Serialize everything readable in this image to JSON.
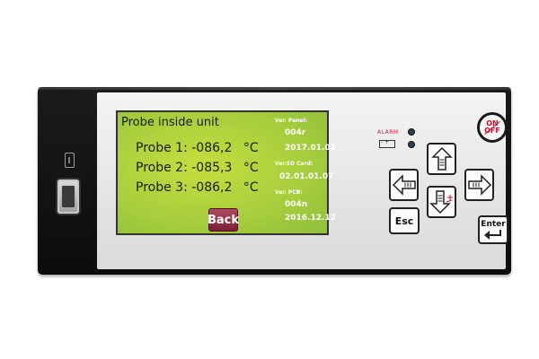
{
  "screen": {
    "title": "Probe inside unit",
    "probes": [
      {
        "label": "Probe 1:",
        "value": "-086,2",
        "unit": "°C"
      },
      {
        "label": "Probe 2:",
        "value": "-085,3",
        "unit": "°C"
      },
      {
        "label": "Probe 3:",
        "value": "-086,2",
        "unit": "°C"
      }
    ],
    "versions": {
      "panel": {
        "label": "Ver. Panel:",
        "code": "004r",
        "date": "2017.01.02"
      },
      "sd_card": {
        "label": "Ver.SD Card:",
        "value": "02.01.01.07"
      },
      "pcb": {
        "label": "Ver. PCB:",
        "code": "004n",
        "date": "2016.12.12"
      }
    },
    "back_label": "Back"
  },
  "keypad": {
    "alarm_label": "ALARM",
    "esc_label": "Esc",
    "enter_label": "Enter",
    "power_on_label": "ON",
    "power_off_label": "OFF"
  },
  "colors": {
    "lcd": "#b2d43e",
    "back_button": "#9a3348",
    "alarm_text": "#d0183c",
    "power_text": "#c8102e"
  }
}
